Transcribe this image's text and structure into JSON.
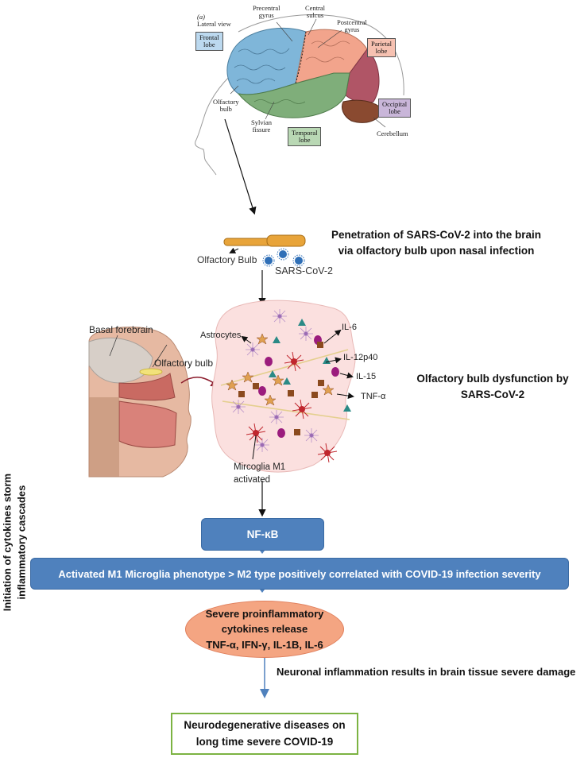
{
  "brain_figure": {
    "panel_label": "(a)",
    "view_label": "Lateral view",
    "labels": {
      "precentral_gyrus": "Precentral\ngyrus",
      "central_sulcus": "Central\nsulcus",
      "postcentral_gyrus": "Postcentral\ngyrus",
      "olfactory_bulb": "Olfactory\nbulb",
      "sylvian_fissure": "Sylvian\nfissure",
      "cerebellum": "Cerebellum"
    },
    "lobes": {
      "frontal": "Frontal\nlobe",
      "parietal": "Parietal\nlobe",
      "occipital": "Occipital\nlobe",
      "temporal": "Temporal\nlobe"
    },
    "colors": {
      "frontal": "#7fb6d9",
      "parietal": "#f2a48c",
      "occipital": "#b05566",
      "temporal": "#7fae7a",
      "cerebellum": "#8a4a30"
    }
  },
  "bulb_figure": {
    "olfactory_bulb_label": "Olfactory Bulb",
    "virus_label": "SARS-CoV-2",
    "caption": "Penetration of SARS-CoV-2 into the brain\nvia olfactory bulb upon nasal infection"
  },
  "inflammation_figure": {
    "basal_forebrain": "Basal forebrain",
    "olfactory_bulb": "Olfactory bulb",
    "astrocytes": "Astrocytes",
    "microglia": "Mircoglia M1\nactivated",
    "cytokines": [
      "IL-6",
      "IL-12p40",
      "IL-15",
      "TNF-α"
    ],
    "caption": "Olfactory bulb dysfunction by\nSARS-CoV-2"
  },
  "flow": {
    "side_label": "Initiation of cytokines storm\ninflammatory cascades",
    "nfkb": "NF-κB",
    "microglia_box": "Activated M1 Microglia phenotype > M2 type positively correlated with COVID-19 infection severity",
    "oval_lines": [
      "Severe proinflammatory",
      "cytokines release",
      "TNF-α, IFN-γ, IL-1B, IL-6"
    ],
    "arrow_label": "Neuronal inflammation results in brain tissue severe damage",
    "final_box": "Neurodegenerative diseases on\nlong time severe COVID-19"
  }
}
